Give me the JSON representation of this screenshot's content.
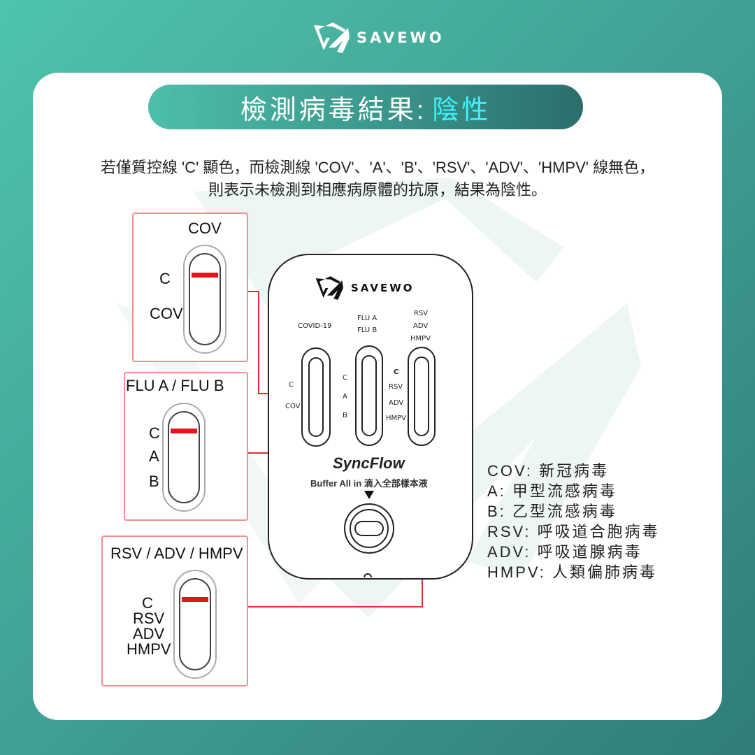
{
  "brand": {
    "name": "SAVEWO"
  },
  "title": {
    "prefix": "檢測病毒結果:",
    "result": "陰性"
  },
  "description": {
    "line1": "若僅質控線 'C' 顯色，而檢測線 'COV'、'A'、'B'、'RSV'、'ADV'、'HMPV' 線無色，",
    "line2": "則表示未檢測到相應病原體的抗原，結果為陰性。"
  },
  "panels": {
    "cov": {
      "title": "COV",
      "c": "C",
      "t1": "COV"
    },
    "flu": {
      "title": "FLU A / FLU B",
      "c": "C",
      "t1": "A",
      "t2": "B"
    },
    "rsv": {
      "title": "RSV / ADV / HMPV",
      "c": "C",
      "t1": "RSV",
      "t2": "ADV",
      "t3": "HMPV"
    }
  },
  "device": {
    "logo": "SAVEWO",
    "win1": {
      "title": "COVID-19",
      "c": "C",
      "t": "COV"
    },
    "win2": {
      "title1": "FLU A",
      "title2": "FLU B",
      "c": "C",
      "a": "A",
      "b": "B"
    },
    "win3": {
      "title1": "RSV",
      "title2": "ADV",
      "title3": "HMPV",
      "c": "C",
      "rsv": "RSV",
      "adv": "ADV",
      "hmpv": "HMPV"
    },
    "product": "SyncFlow",
    "instruction": "Buffer All in 滴入全部樣本液"
  },
  "legend": [
    "COV: 新冠病毒",
    "A: 甲型流感病毒",
    "B: 乙型流感病毒",
    "RSV: 呼吸道合胞病毒",
    "ADV: 呼吸道腺病毒",
    "HMPV: 人類偏肺病毒"
  ],
  "colors": {
    "control_line": "#e8141b",
    "connector": "#e03030",
    "result_text": "#3ef2ff"
  },
  "icons": [
    "savewo-logo-icon",
    "drop-arrow-icon",
    "sample-well-icon"
  ]
}
